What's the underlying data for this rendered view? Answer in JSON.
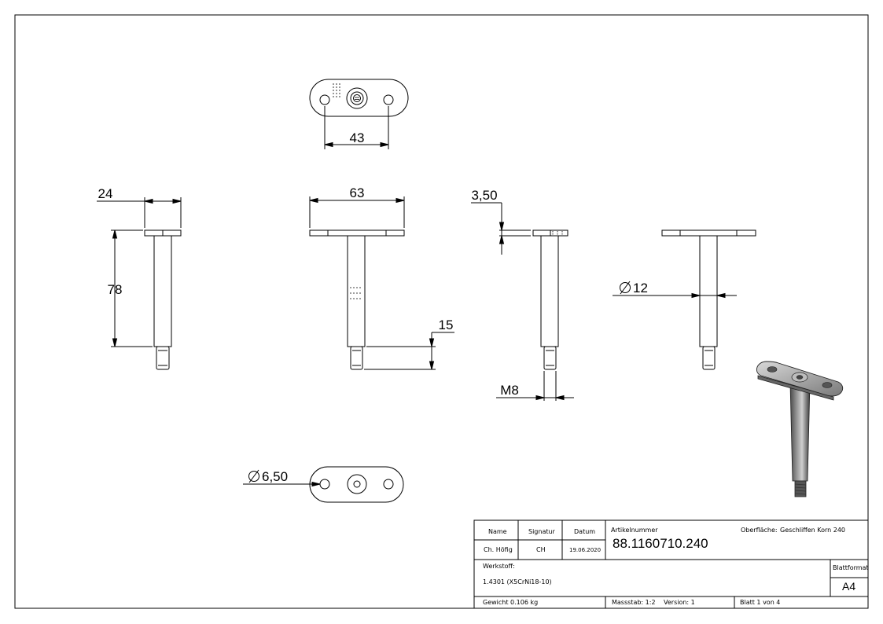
{
  "dimensions": {
    "d43": "43",
    "d24": "24",
    "d63": "63",
    "d3_50": "3,50",
    "d78": "78",
    "d15": "15",
    "d12": "12",
    "dM8": "M8",
    "d6_50": "6,50"
  },
  "title_block": {
    "name_header": "Name",
    "signatur_header": "Signatur",
    "datum_header": "Datum",
    "name_value": "Ch. Höfig",
    "signatur_value": "CH",
    "datum_value": "19.06.2020",
    "artikel_label": "Artikelnummer",
    "artikel_value": "88.1160710.240",
    "oberflaeche_label": "Oberfläche:",
    "oberflaeche_value": "Geschliffen Korn 240",
    "werkstoff_label": "Werkstoff:",
    "werkstoff_value": "1.4301 (X5CrNi18-10)",
    "blattformat_label": "Blattformat",
    "blattformat_value": "A4",
    "gewicht": "Gewicht 0.106 kg",
    "massstab": "Massstab: 1:2",
    "version": "Version: 1",
    "blatt": "Blatt 1 von 4"
  }
}
